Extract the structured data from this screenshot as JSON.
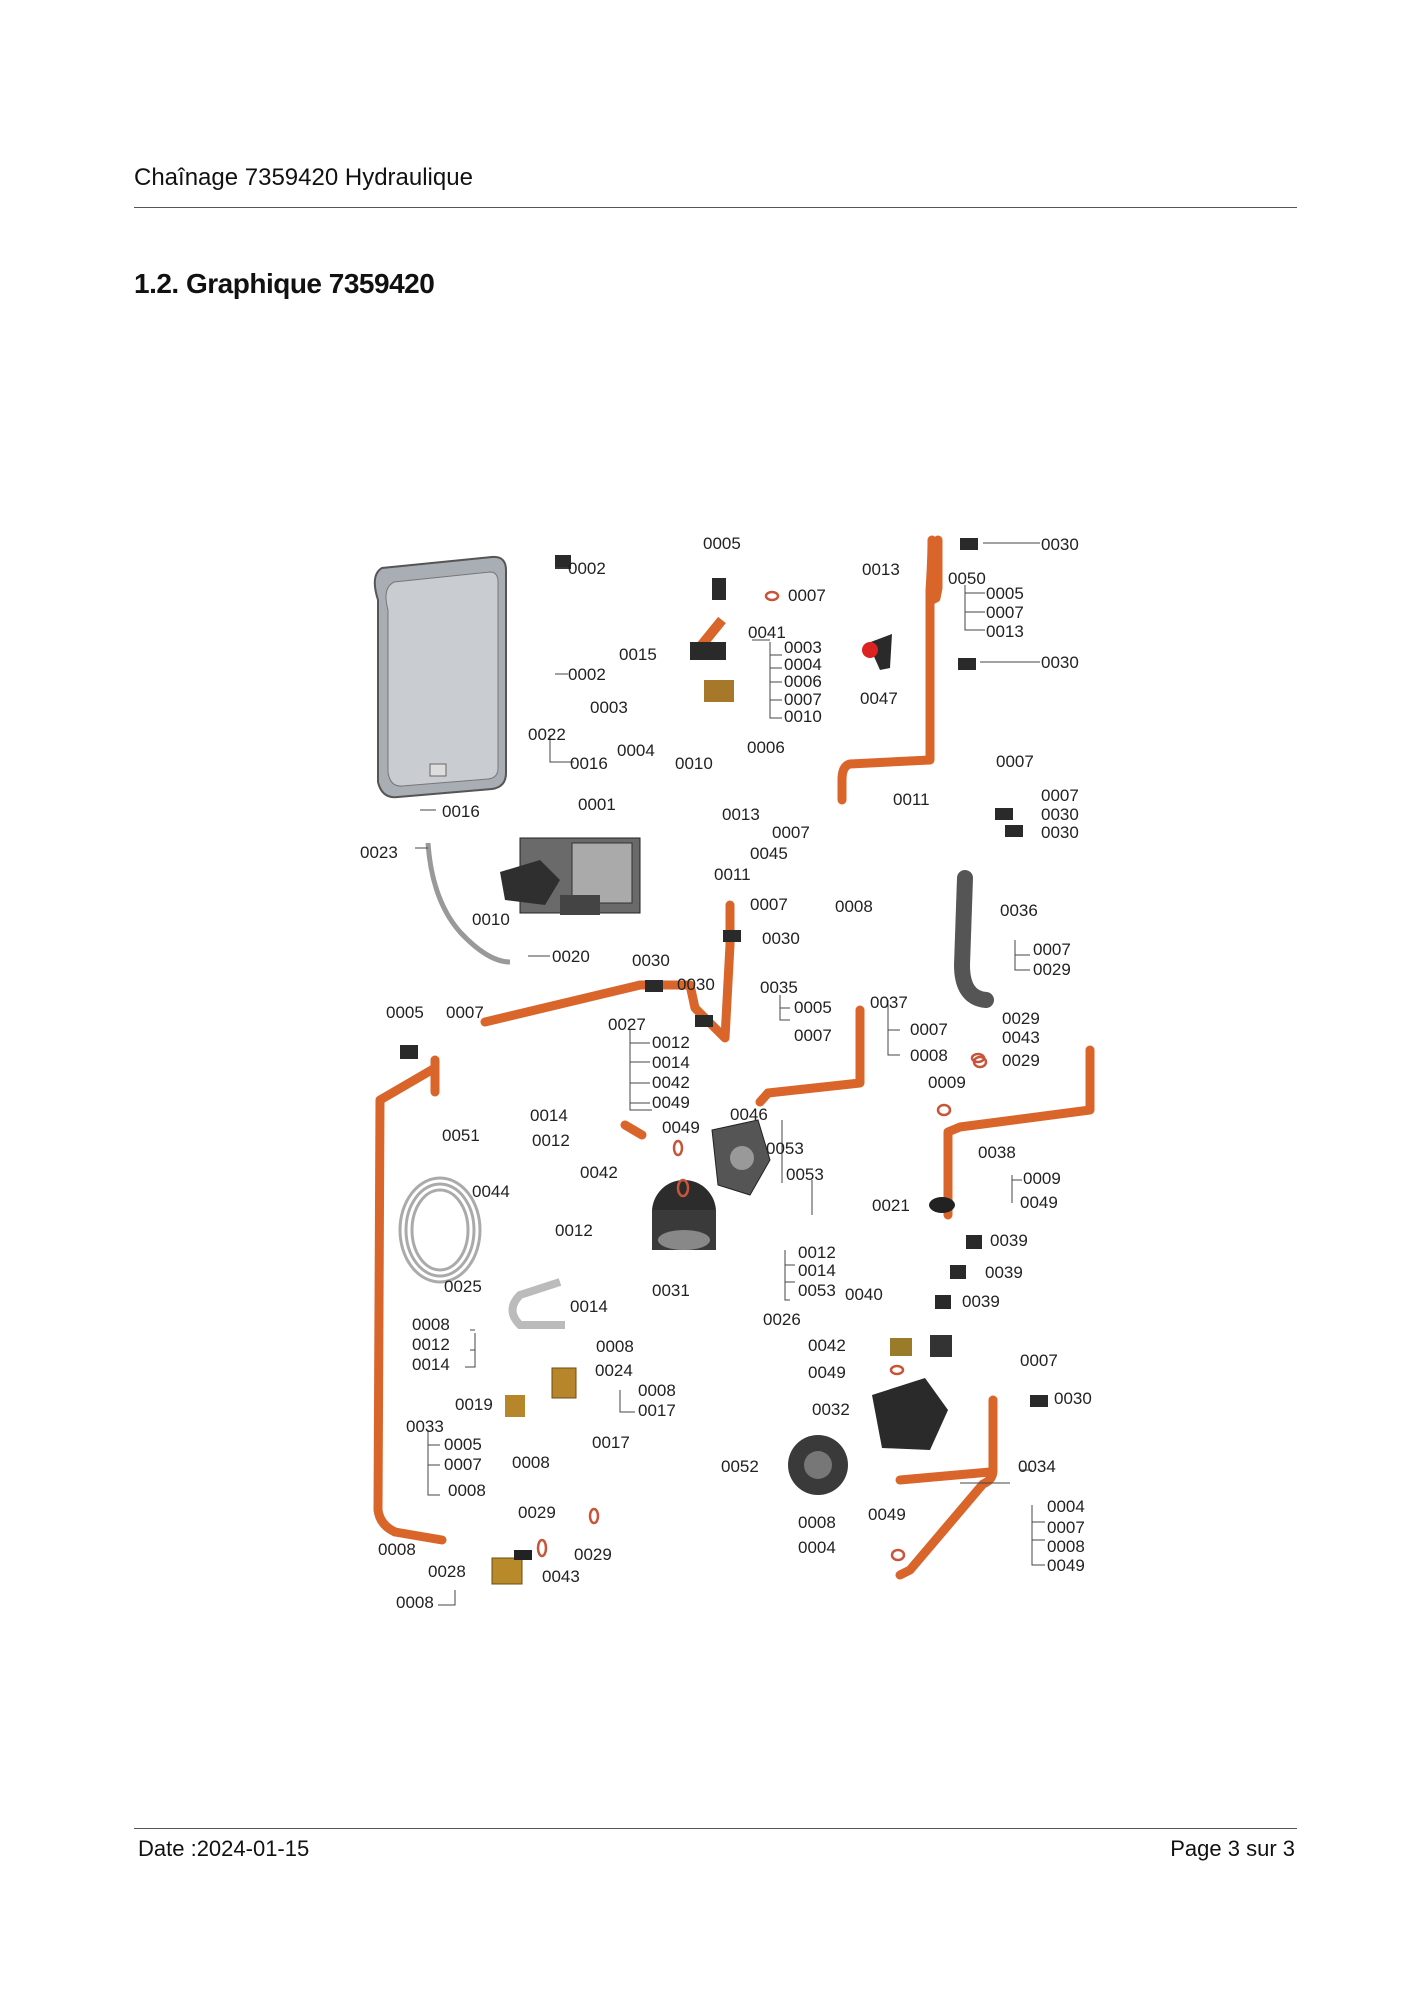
{
  "header": {
    "title": "Chaînage 7359420 Hydraulique"
  },
  "section": {
    "heading": "1.2. Graphique 7359420"
  },
  "diagram": {
    "labels": [
      "0001",
      "0002",
      "0003",
      "0004",
      "0005",
      "0006",
      "0007",
      "0008",
      "0009",
      "0010",
      "0011",
      "0012",
      "0013",
      "0014",
      "0015",
      "0016",
      "0017",
      "0019",
      "0020",
      "0021",
      "0022",
      "0023",
      "0024",
      "0025",
      "0026",
      "0027",
      "0028",
      "0029",
      "0030",
      "0031",
      "0032",
      "0033",
      "0034",
      "0035",
      "0036",
      "0037",
      "0038",
      "0039",
      "0040",
      "0041",
      "0042",
      "0043",
      "0044",
      "0045",
      "0046",
      "0047",
      "0049",
      "0050",
      "0051",
      "0052",
      "0053"
    ],
    "colors": {
      "pipe": "#d9652a",
      "pipe_dark": "#a8481a",
      "tank": "#b9bec4",
      "component": "#3a3a3a",
      "seal": "#c8553a"
    }
  },
  "footer": {
    "date": "Date :2024-01-15",
    "page": "Page 3 sur  3"
  }
}
